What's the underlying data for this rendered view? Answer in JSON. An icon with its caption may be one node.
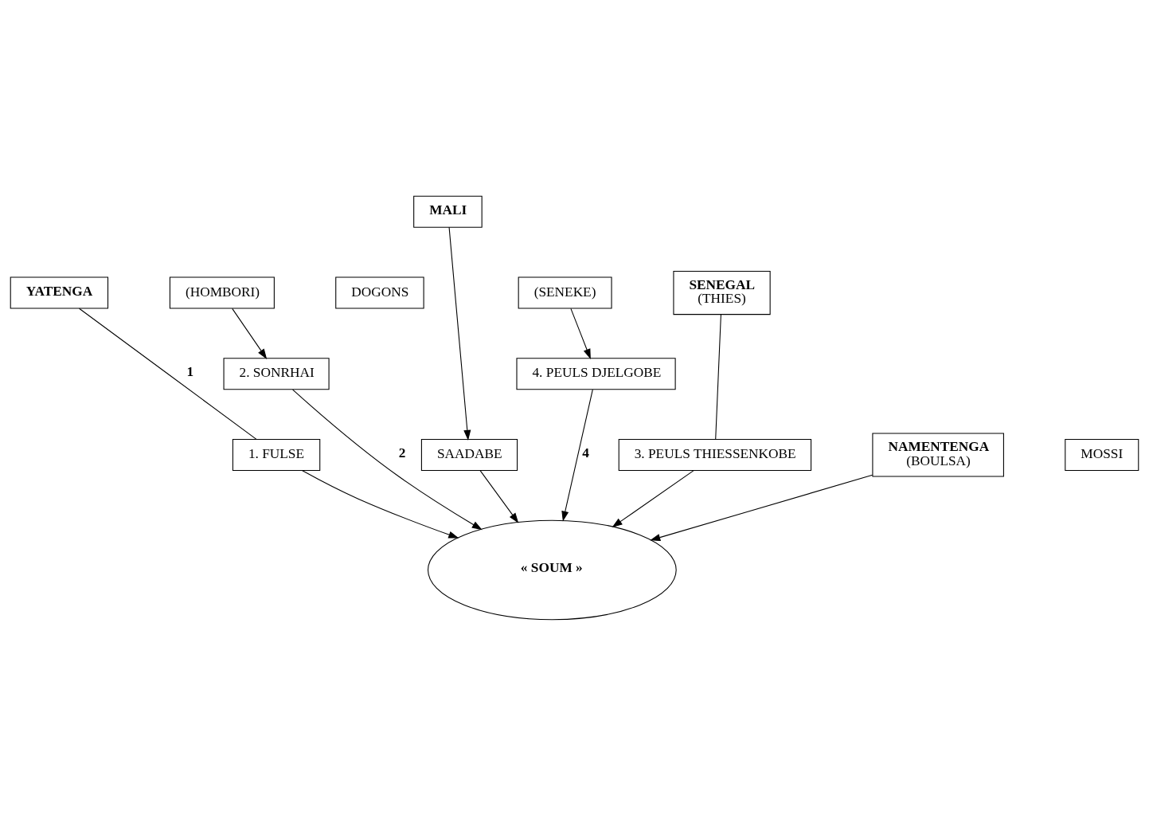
{
  "diagram": {
    "nodes": [
      {
        "text": [
          "MALI"
        ]
      },
      {
        "text": [
          "(HOMBORI)"
        ]
      },
      {
        "text": [
          "(SENEKE)"
        ]
      },
      {
        "text": [
          "DOGONS"
        ]
      },
      {
        "text": [
          "YATENGA"
        ]
      },
      {
        "text": [
          "SENEGAL",
          "(THIES)"
        ]
      },
      {
        "text": [
          "2. SONRHAI"
        ]
      },
      {
        "text": [
          "4. PEULS DJELGOBE"
        ]
      },
      {
        "text": [
          "1. FULSE"
        ]
      },
      {
        "text": [
          "SAADABE"
        ]
      },
      {
        "text": [
          "3. PEULS THIESSENKOBE"
        ]
      },
      {
        "text": [
          "NAMENTENGA",
          "(BOULSA)"
        ]
      },
      {
        "text": [
          "MOSSI"
        ]
      },
      {
        "text": [
          "« SOUM »"
        ]
      }
    ],
    "edges": [
      {
        "from": 1,
        "to": 6,
        "arrow": "to"
      },
      {
        "from": 2,
        "to": 7,
        "arrow": "to"
      },
      {
        "from": 0,
        "to": 9,
        "arrow": "to"
      },
      {
        "from": 4,
        "to": 8,
        "arrow": "none",
        "label": "1"
      },
      {
        "from": 8,
        "to": 13,
        "arrow": "to"
      },
      {
        "from": 6,
        "to": 13,
        "arrow": "to",
        "label": "2"
      },
      {
        "from": 9,
        "to": 13,
        "arrow": "to"
      },
      {
        "from": 7,
        "to": 13,
        "arrow": "to",
        "label": "4"
      },
      {
        "from": 5,
        "to": 10,
        "arrow": "none"
      },
      {
        "from": 10,
        "to": 13,
        "arrow": "to"
      },
      {
        "from": 11,
        "to": 13,
        "arrow": "to"
      }
    ]
  }
}
